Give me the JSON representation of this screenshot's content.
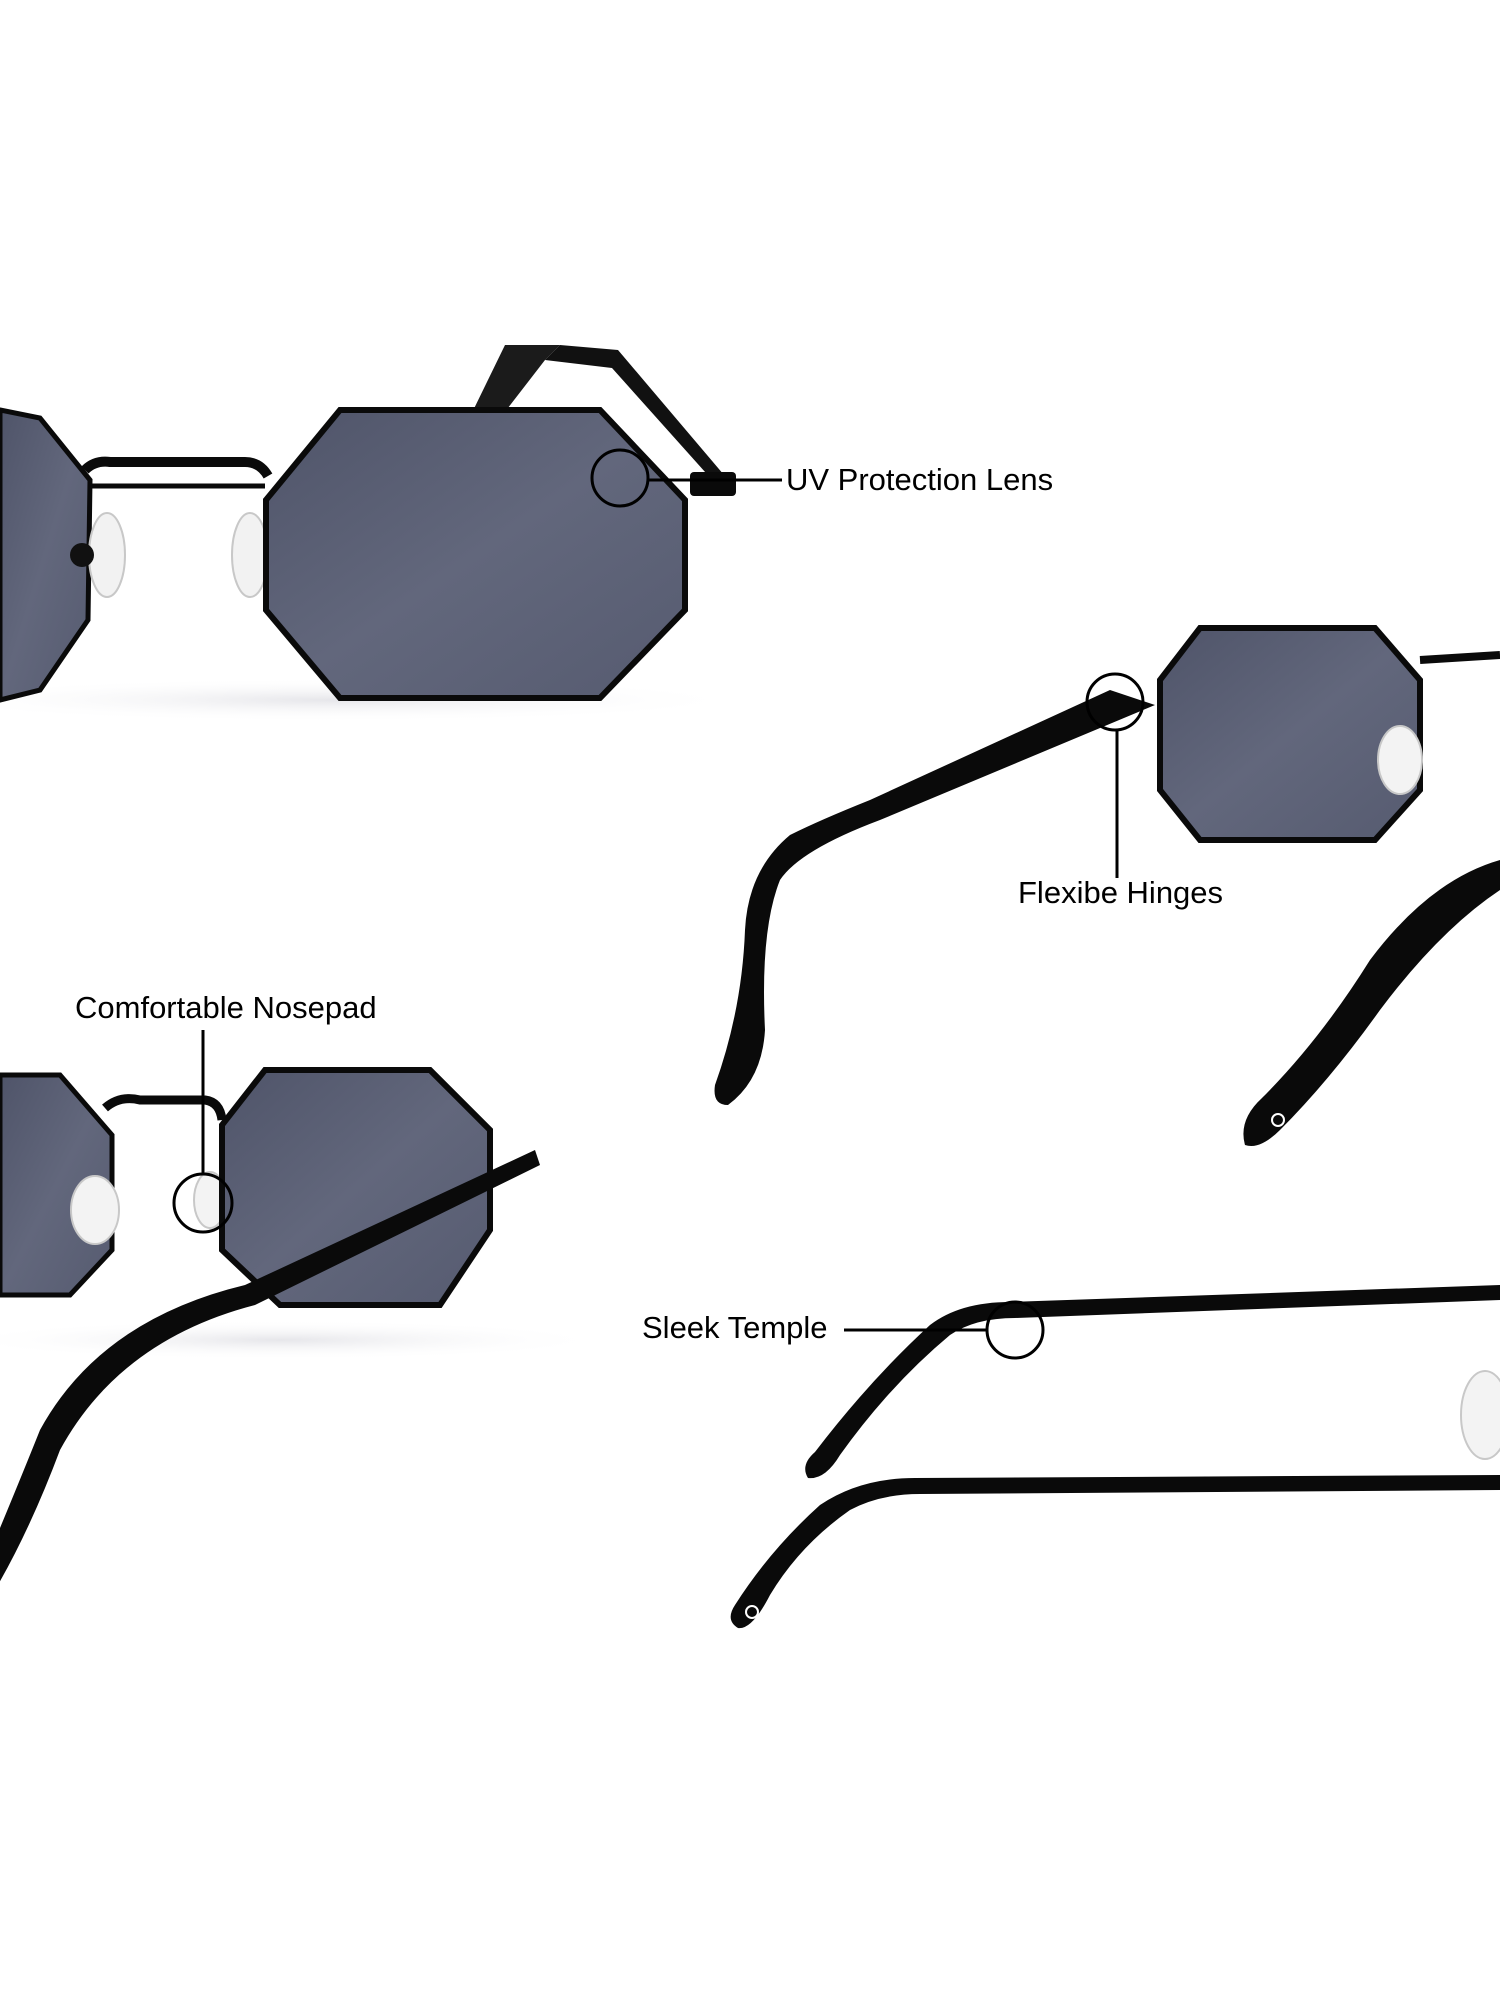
{
  "callouts": {
    "uv_lens": "UV Protection Lens",
    "hinges": "Flexibe Hinges",
    "nosepad": "Comfortable Nosepad",
    "temple": "Sleek Temple"
  },
  "colors": {
    "background": "#ffffff",
    "frame": "#0a0a0a",
    "lens": "#5c6175",
    "callout_line": "#000000"
  }
}
